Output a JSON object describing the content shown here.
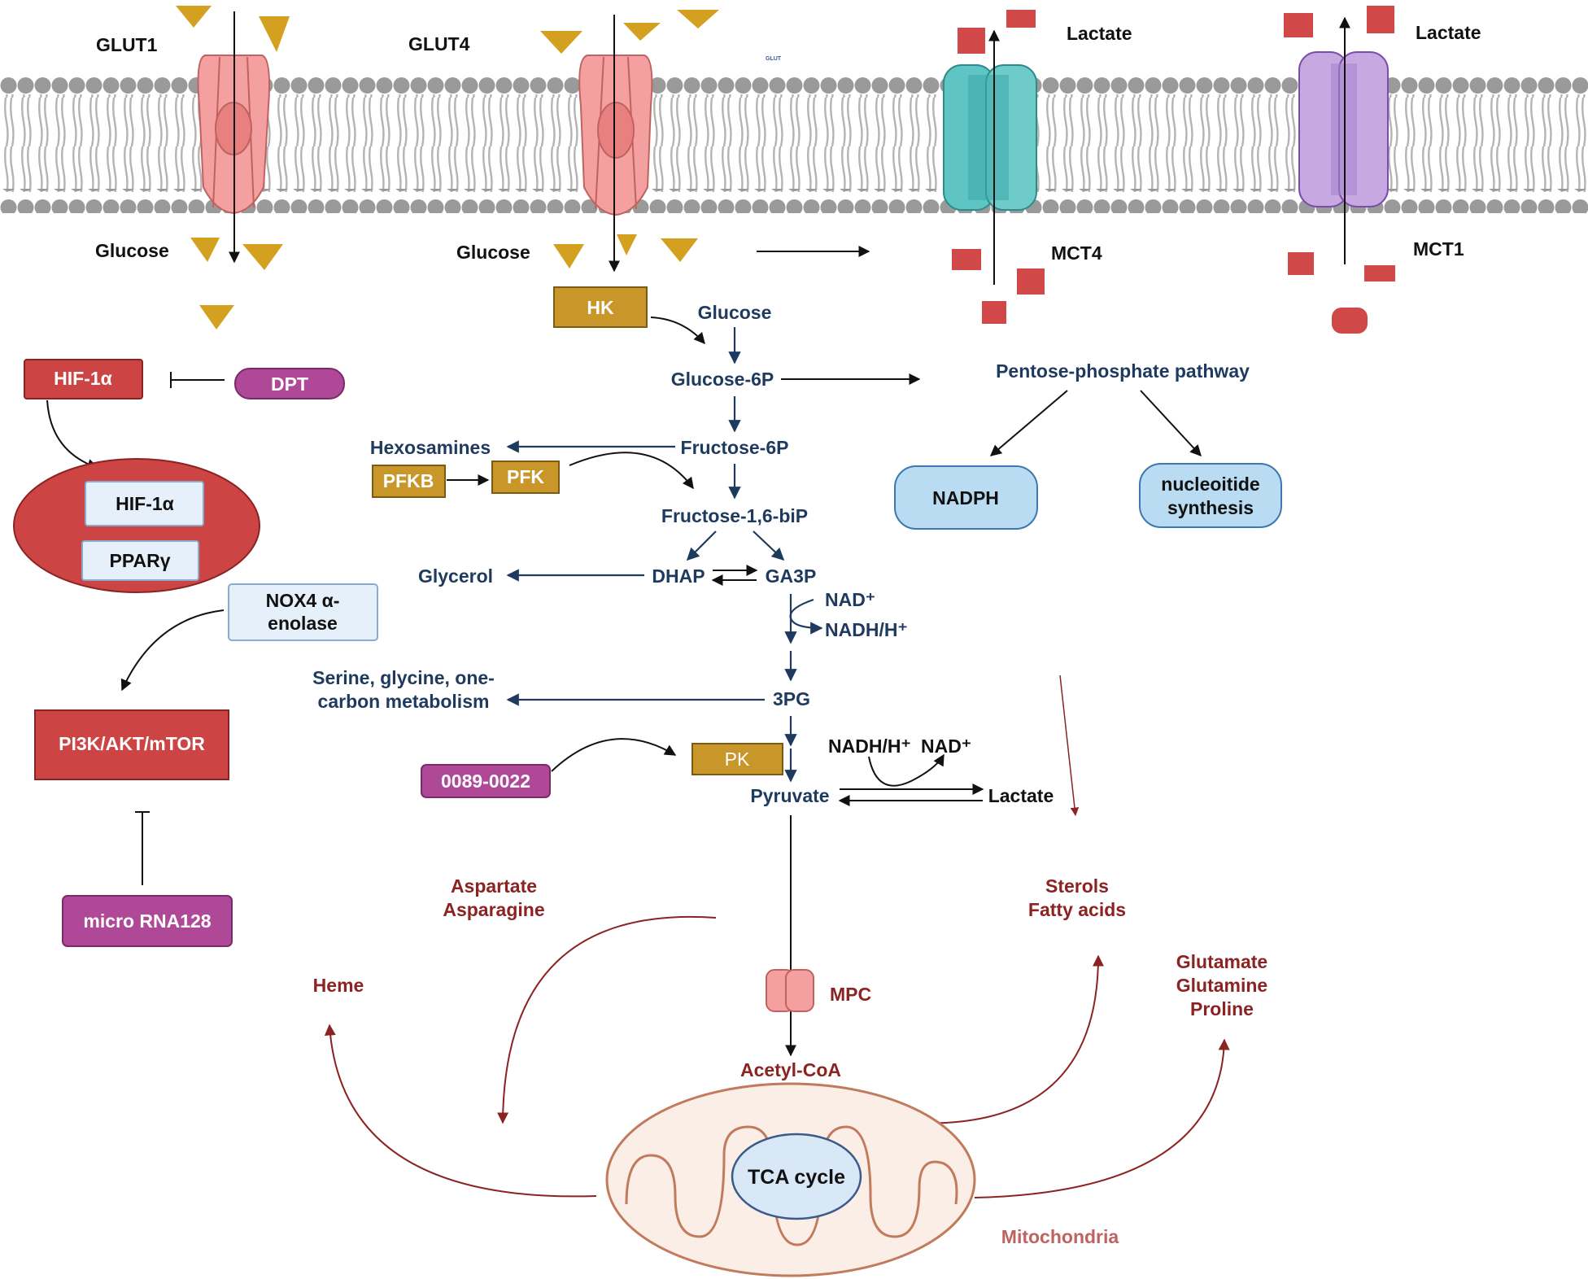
{
  "membrane": {
    "transporters": {
      "glut1": "GLUT1",
      "glut4": "GLUT4",
      "glut_small": "GLUT",
      "mct4": "MCT4",
      "mct1": "MCT1"
    },
    "outside": {
      "lactate_a": "Lactate",
      "lactate_b": "Lactate"
    },
    "inside": {
      "glucose_a": "Glucose",
      "glucose_b": "Glucose"
    }
  },
  "signaling": {
    "hif1a": "HIF-1α",
    "dpt": "DPT",
    "nucleus_hif1a": "HIF-1α",
    "ppary": "PPARγ",
    "nox4_line1": "NOX4   α-",
    "nox4_line2": "enolase",
    "pi3k": "PI3K/AKT/mTOR",
    "microrna": "micro RNA128"
  },
  "glycolysis": {
    "hk": "HK",
    "glucose": "Glucose",
    "g6p": "Glucose-6P",
    "f6p": "Fructose-6P",
    "f16bp": "Fructose-1,6-biP",
    "dhap": "DHAP",
    "ga3p": "GA3P",
    "nad": "NAD⁺",
    "nadh": "NADH/H⁺",
    "pg3": "3PG",
    "pk": "PK",
    "pyruvate": "Pyruvate",
    "nadh2": "NADH/H⁺",
    "nad2": "NAD⁺",
    "lactate": "Lactate",
    "pfkb": "PFKB",
    "pfk": "PFK",
    "inhibitor": "0089-0022"
  },
  "branches": {
    "hexosamines": "Hexosamines",
    "glycerol": "Glycerol",
    "serine_line1": "Serine, glycine, one-",
    "serine_line2": "carbon metabolism",
    "ppp": "Pentose-phosphate pathway",
    "nadph": "NADPH",
    "nucleo_line1": "nucleoitide",
    "nucleo_line2": "synthesis"
  },
  "mito": {
    "aspartate": "Aspartate",
    "asparagine": "Asparagine",
    "sterols": "Sterols",
    "fatty": "Fatty acids",
    "heme": "Heme",
    "glutamate": "Glutamate",
    "glutamine": "Glutamine",
    "proline": "Proline",
    "mpc": "MPC",
    "acetyl": "Acetyl-CoA",
    "tca": "TCA cycle",
    "mitochondria": "Mitochondria"
  },
  "colors": {
    "navy": "#1e3a5f",
    "dark_red": "#8b2323",
    "gold": "#d4a020",
    "gold_box": "#c9962a",
    "red_box": "#cc4444",
    "magenta": "#b04898",
    "light_blue": "#b9dcf2",
    "teal": "#5fc4c4",
    "purple": "#c8a8e0",
    "salmon": "#f4a0a0"
  }
}
